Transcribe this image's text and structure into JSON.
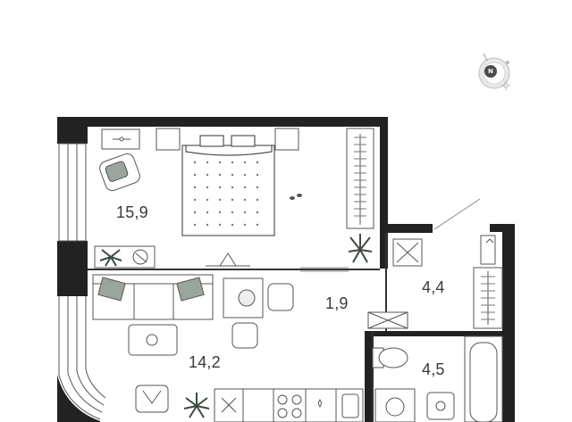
{
  "compass": {
    "north_label": "N"
  },
  "rooms": [
    {
      "id": "bedroom",
      "area": "15,9"
    },
    {
      "id": "living-kitchen",
      "area": "14,2"
    },
    {
      "id": "corridor",
      "area": "1,9"
    },
    {
      "id": "hall",
      "area": "4,4"
    },
    {
      "id": "bathroom",
      "area": "4,5"
    }
  ],
  "colors": {
    "wall": "#222222",
    "line": "#555555",
    "plant": "#3b4a3f",
    "pillow": "#9aa59d",
    "compass_disc": "#e8e8e8"
  }
}
